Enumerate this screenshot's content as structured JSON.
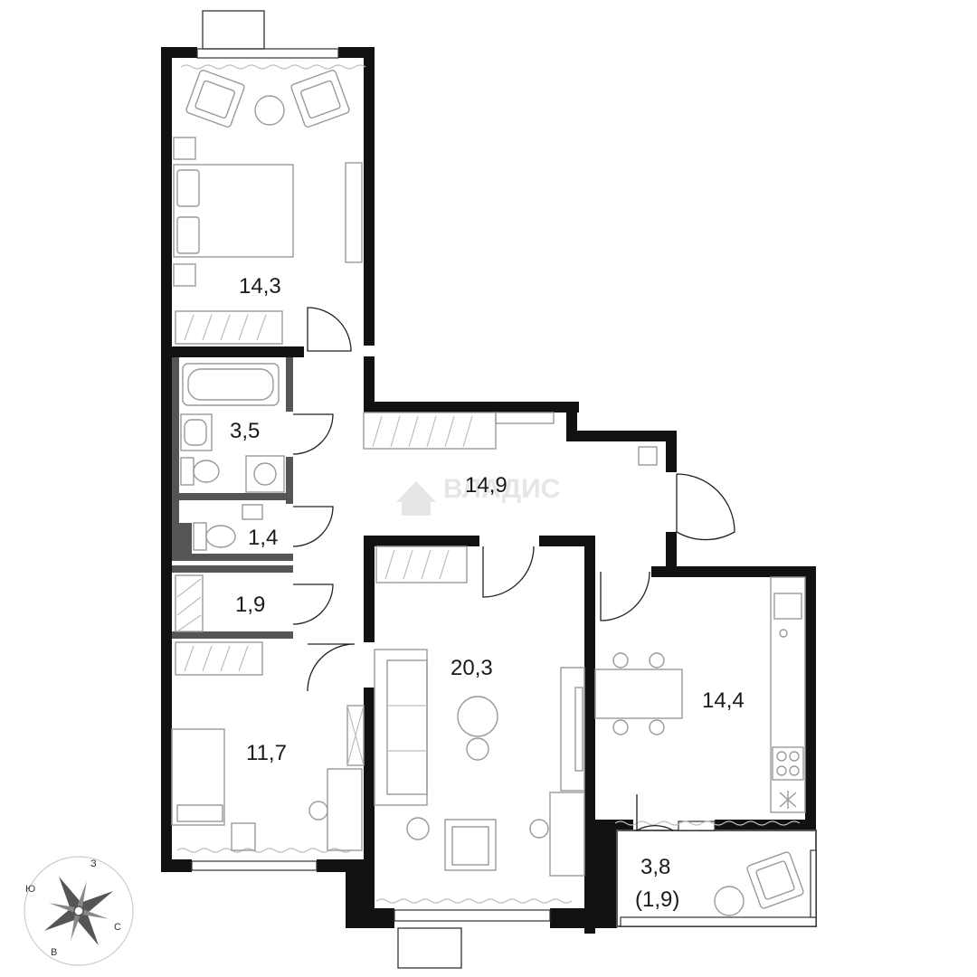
{
  "rooms": {
    "bedroom_top": "14,3",
    "bathroom": "3,5",
    "toilet": "1,4",
    "storage": "1,9",
    "bedroom_bottom": "11,7",
    "hallway": "14,9",
    "living_room": "20,3",
    "kitchen": "14,4",
    "balcony_area": "3,8",
    "balcony_reduced": "(1,9)"
  },
  "compass": {
    "north": "С",
    "south": "Ю",
    "east": "В",
    "west": "З"
  },
  "watermark": {
    "text": "ВЛАДИС",
    "color": "#e6e6e6"
  },
  "colors": {
    "wall": "#111111",
    "interior_wall": "#555555",
    "furniture": "#9a9a9a"
  }
}
